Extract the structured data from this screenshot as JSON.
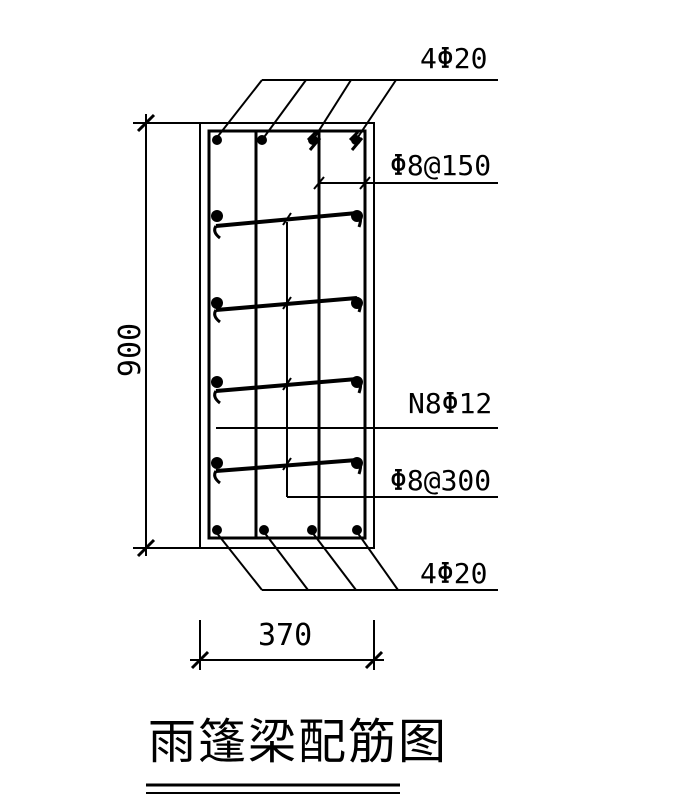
{
  "labels": {
    "top_bars": "4Φ20",
    "stirrup_150": "Φ8@150",
    "side_bars": "N8Φ12",
    "tie_300": "Φ8@300",
    "bottom_bars": "4Φ20"
  },
  "dimensions": {
    "height": "900",
    "width": "370"
  },
  "title": "雨篷梁配筋图",
  "colors": {
    "line": "#000000",
    "background": "#ffffff"
  }
}
